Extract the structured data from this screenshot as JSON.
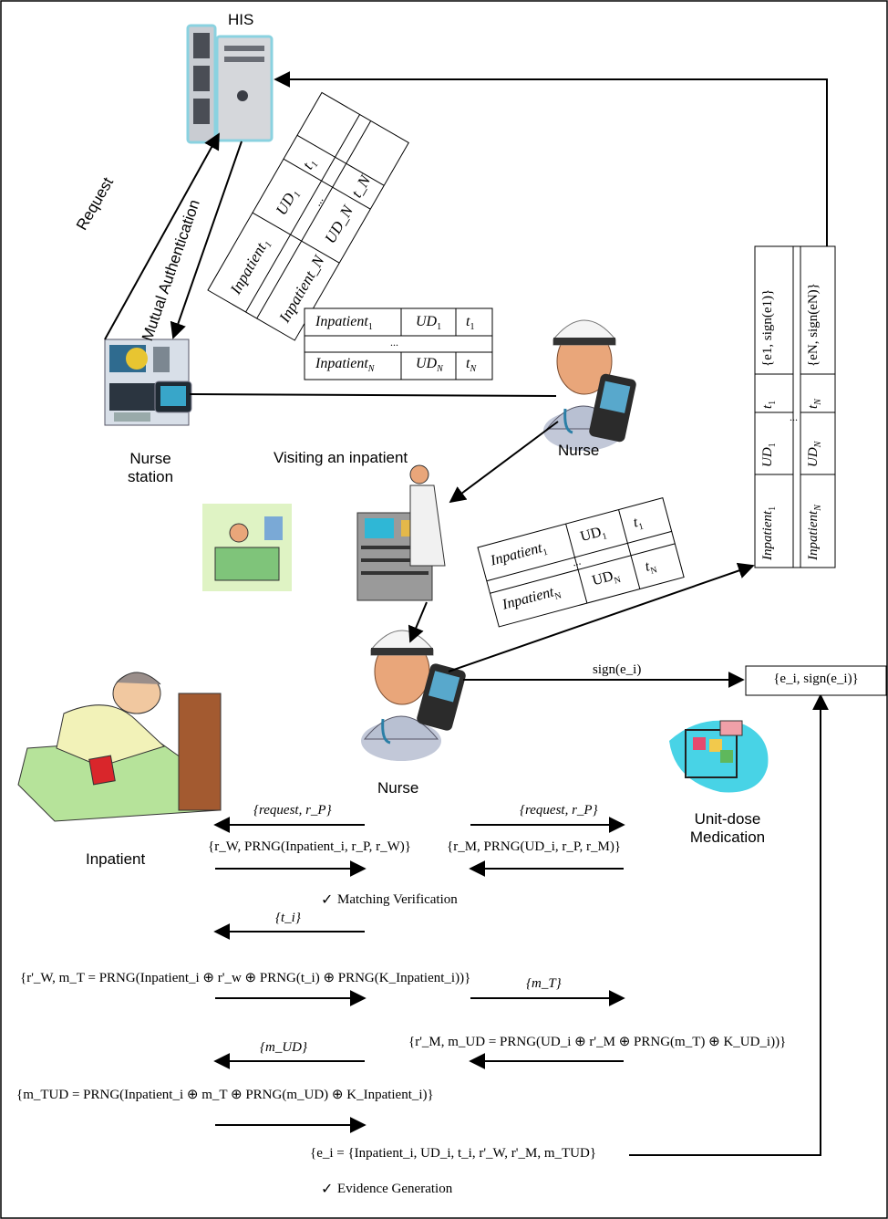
{
  "labels": {
    "his": "HIS",
    "request": "Request",
    "mutual_auth": "Mutual Authentication",
    "nurse_station_l1": "Nurse",
    "nurse_station_l2": "station",
    "nurse_top": "Nurse",
    "nurse_bottom": "Nurse",
    "visiting": "Visiting an inpatient",
    "inpatient": "Inpatient",
    "unit_dose_l1": "Unit-dose",
    "unit_dose_l2": "Medication"
  },
  "tables": {
    "col_inpatient": "Inpatient",
    "col_ud": "UD",
    "col_t": "t",
    "sub_1": "1",
    "sub_N": "N",
    "ellipsis": "..."
  },
  "right_table": {
    "col_evidence_1": "{e1, sign(e1)}",
    "col_evidence_N": "{eN, sign(eN)}"
  },
  "signature": {
    "arrow_label": "sign(e_i)",
    "box": "{e_i, sign(e_i)}"
  },
  "protocol": {
    "msg_request_left": "{request, r_P}",
    "msg_request_right": "{request, r_P}",
    "msg_rw": "{r_W, PRNG(Inpatient_i, r_P, r_W)}",
    "msg_rm": "{r_M, PRNG(UD_i, r_P, r_M)}",
    "check_matching": "Matching Verification",
    "msg_ti": "{t_i}",
    "msg_mt_full": "{r'_W, m_T = PRNG(Inpatient_i ⊕ r'_w ⊕ PRNG(t_i) ⊕ PRNG(K_Inpatient_i))}",
    "msg_mt": "{m_T}",
    "msg_mud_full": "{r'_M, m_UD = PRNG(UD_i ⊕ r'_M ⊕ PRNG(m_T) ⊕ K_UD_i))}",
    "msg_mud": "{m_UD}",
    "msg_mtud_full": "{m_TUD = PRNG(Inpatient_i ⊕ m_T ⊕ PRNG(m_UD) ⊕ K_Inpatient_i)}",
    "msg_ei": "{e_i = {Inpatient_i, UD_i, t_i, r'_W, r'_M, m_TUD}",
    "check_evidence": "Evidence Generation"
  },
  "icons": [
    "server-icon",
    "nurse-station-icon",
    "nurse-icon",
    "medication-cart-icon",
    "patient-bed-icon",
    "sick-patient-icon",
    "medication-box-icon",
    "pda-icon",
    "checkmark-icon"
  ]
}
